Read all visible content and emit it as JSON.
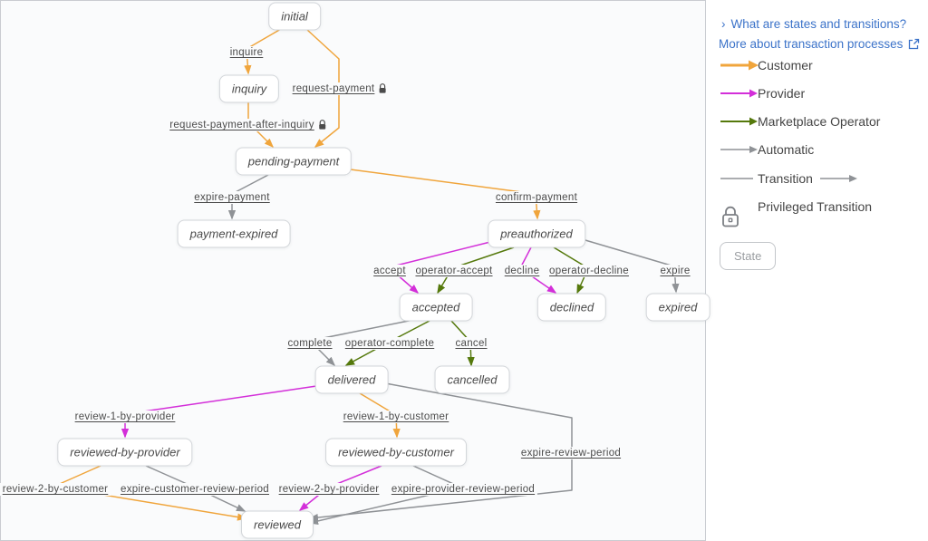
{
  "sidebar": {
    "link_states_transitions": {
      "chevron": "›",
      "label": "What are states and transitions?"
    },
    "link_more": {
      "label": "More about transaction processes"
    },
    "legend": [
      {
        "id": "customer",
        "label": "Customer",
        "color": "#F0A53C"
      },
      {
        "id": "provider",
        "label": "Provider",
        "color": "#D32FD9"
      },
      {
        "id": "marketplace-operator",
        "label": "Marketplace Operator",
        "color": "#55790C"
      },
      {
        "id": "automatic",
        "label": "Automatic",
        "color": "#8F9296"
      },
      {
        "id": "transition",
        "label": "Transition"
      },
      {
        "id": "privileged-transition",
        "label": "Privileged Transition"
      }
    ],
    "state_box_label": "State"
  },
  "diagram": {
    "colors": {
      "customer": "#F0A53C",
      "provider": "#D32FD9",
      "operator": "#55790C",
      "automatic": "#8F9296"
    },
    "states": [
      {
        "label": "initial"
      },
      {
        "label": "inquiry"
      },
      {
        "label": "pending-payment"
      },
      {
        "label": "payment-expired"
      },
      {
        "label": "preauthorized"
      },
      {
        "label": "accepted"
      },
      {
        "label": "declined"
      },
      {
        "label": "expired"
      },
      {
        "label": "delivered"
      },
      {
        "label": "cancelled"
      },
      {
        "label": "reviewed-by-provider"
      },
      {
        "label": "reviewed-by-customer"
      },
      {
        "label": "reviewed"
      }
    ],
    "transitions": [
      {
        "label": "inquire",
        "actor": "customer",
        "privileged": false
      },
      {
        "label": "request-payment",
        "actor": "customer",
        "privileged": true
      },
      {
        "label": "request-payment-after-inquiry",
        "actor": "customer",
        "privileged": true
      },
      {
        "label": "expire-payment",
        "actor": "automatic",
        "privileged": false
      },
      {
        "label": "confirm-payment",
        "actor": "customer",
        "privileged": false
      },
      {
        "label": "accept",
        "actor": "provider",
        "privileged": false
      },
      {
        "label": "operator-accept",
        "actor": "operator",
        "privileged": false
      },
      {
        "label": "decline",
        "actor": "provider",
        "privileged": false
      },
      {
        "label": "operator-decline",
        "actor": "operator",
        "privileged": false
      },
      {
        "label": "expire",
        "actor": "automatic",
        "privileged": false
      },
      {
        "label": "complete",
        "actor": "automatic",
        "privileged": false
      },
      {
        "label": "operator-complete",
        "actor": "operator",
        "privileged": false
      },
      {
        "label": "cancel",
        "actor": "operator",
        "privileged": false
      },
      {
        "label": "review-1-by-provider",
        "actor": "provider",
        "privileged": false
      },
      {
        "label": "review-1-by-customer",
        "actor": "customer",
        "privileged": false
      },
      {
        "label": "expire-review-period",
        "actor": "automatic",
        "privileged": false
      },
      {
        "label": "review-2-by-customer",
        "actor": "customer",
        "privileged": false
      },
      {
        "label": "expire-customer-review-period",
        "actor": "automatic",
        "privileged": false
      },
      {
        "label": "review-2-by-provider",
        "actor": "provider",
        "privileged": false
      },
      {
        "label": "expire-provider-review-period",
        "actor": "automatic",
        "privileged": false
      }
    ]
  }
}
